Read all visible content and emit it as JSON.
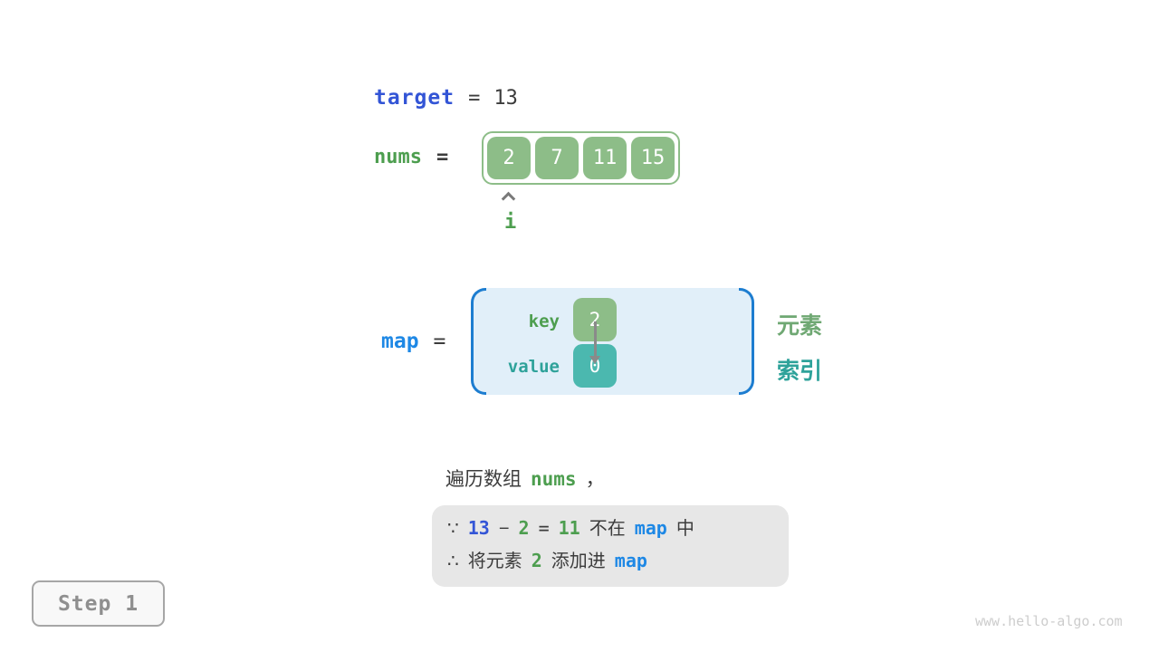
{
  "colors": {
    "indigo_blue": "#3355d6",
    "bright_blue": "#1e88e5",
    "green_text": "#4d9e4f",
    "green_fill": "#8dbd88",
    "teal_fill": "#4bb8af",
    "teal_text": "#2ea29a",
    "light_green_label": "#6fa873",
    "dark_text": "#3c3c3c",
    "map_box_fill": "#e1eff9",
    "map_bracket_blue": "#1d7dd0",
    "note_box_fill": "#e7e7e7",
    "arrow_gray": "#8a8a8a"
  },
  "target_line": {
    "label": "target",
    "equals": "=",
    "value": "13"
  },
  "nums_line": {
    "label": "nums",
    "equals": "=",
    "cells": [
      "2",
      "7",
      "11",
      "15"
    ],
    "pointer_label": "i"
  },
  "map_line": {
    "label": "map",
    "equals": "=",
    "key_label": "key",
    "value_label": "value",
    "key_cell": "2",
    "value_cell": "0",
    "element_label": "元素",
    "index_label": "索引"
  },
  "caption": {
    "prefix": "遍历数组",
    "code": "nums",
    "suffix": "，"
  },
  "note": {
    "because": "∵",
    "minuend": "13",
    "minus": "−",
    "subtrahend": "2",
    "equals": "=",
    "difference": "11",
    "not_in": "不在",
    "map_token1": "map",
    "in_suffix": "中",
    "therefore": "∴",
    "add_prefix": "将元素",
    "element": "2",
    "add_verb": "添加进",
    "map_token2": "map"
  },
  "step_badge": {
    "label": "Step 1"
  },
  "watermark": "www.hello-algo.com"
}
